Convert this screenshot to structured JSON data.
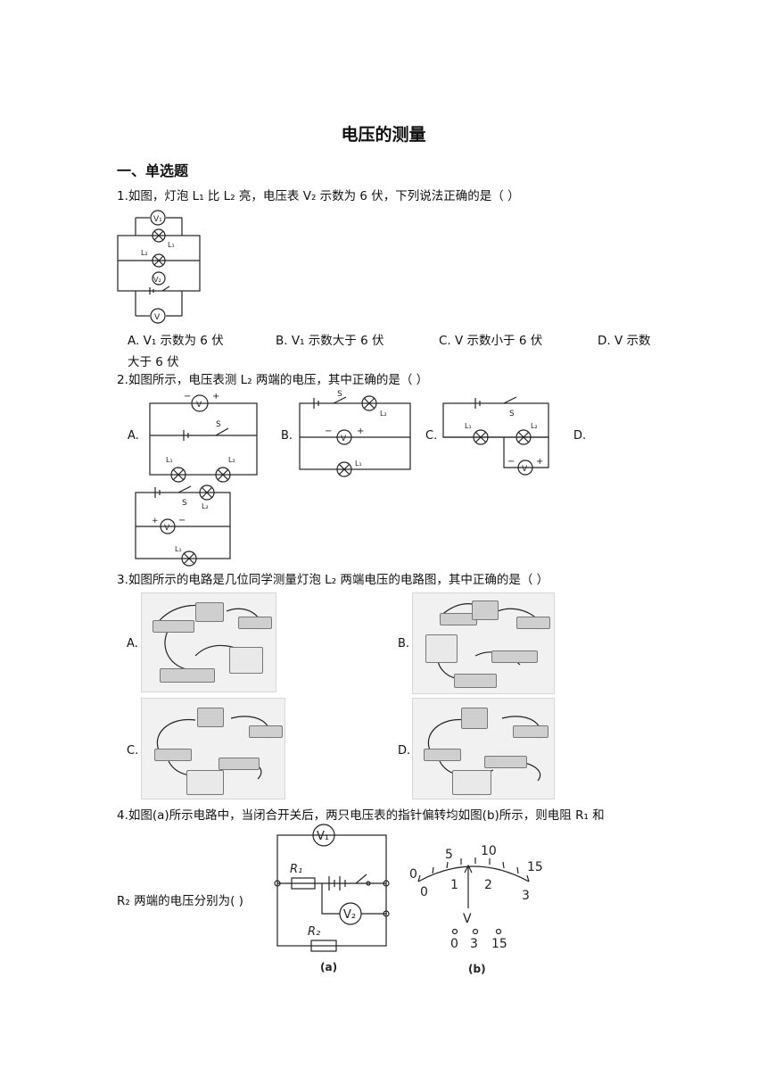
{
  "doc": {
    "title": "电压的测量",
    "section": "一、单选题"
  },
  "q1": {
    "text": "1.如图，灯泡 L₁ 比 L₂ 亮，电压表 V₂ 示数为 6 伏，下列说法正确的是（    ）",
    "options": [
      "A. V₁ 示数为 6 伏",
      "B. V₁ 示数大于 6 伏",
      "C. V 示数小于 6 伏",
      "D. V 示数",
      "大于 6 伏"
    ],
    "fig_labels": [
      "V₁",
      "L₁",
      "L₂",
      "V₂",
      "V"
    ]
  },
  "q2": {
    "text": "2.如图所示，电压表测 L₂ 两端的电压，其中正确的是（    ）",
    "options": [
      "A.",
      "B.",
      "C.",
      "D."
    ],
    "fig_labels": [
      "V",
      "S",
      "L₁",
      "L₂",
      "+",
      "−"
    ]
  },
  "q3": {
    "text": "3.如图所示的电路是几位同学测量灯泡 L₂ 两端电压的电路图，其中正确的是（    ）",
    "options": [
      "A.",
      "B.",
      "C.",
      "D."
    ]
  },
  "q4": {
    "text": "4.如图(a)所示电路中，当闭合开关后，两只电压表的指针偏转均如图(b)所示，则电阻 R₁ 和",
    "text2": "R₂ 两端的电压分别为(     )",
    "fig_a_label": "(a)",
    "fig_b_label": "(b)",
    "labels_a": [
      "V₁",
      "R₁",
      "V₂",
      "R₂"
    ],
    "scale_top": [
      "0",
      "5",
      "10",
      "15"
    ],
    "scale_bottom": [
      "0",
      "1",
      "2",
      "3"
    ],
    "unit": "V",
    "terminals": [
      "0",
      "3",
      "15"
    ]
  }
}
